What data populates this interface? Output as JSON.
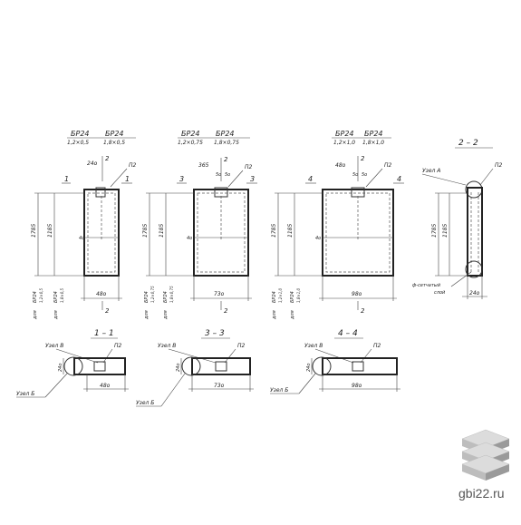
{
  "panels": [
    {
      "mark1": "БР24",
      "mark2": "БР24",
      "size1": "1,2×0,5",
      "size2": "1,8×0,5",
      "top_dim": "24о",
      "section_left": "1",
      "section_right": "1",
      "bottom_dim": "48о",
      "section2": "2",
      "side_label1": "БР24",
      "side_sub1": "1,2×0,5",
      "side_label2": "БР24",
      "side_sub2": "1,8×0,5"
    },
    {
      "mark1": "БР24",
      "mark2": "БР24",
      "size1": "1,2×0,75",
      "size2": "1,8×0,75",
      "top_dim": "365",
      "section_left": "3",
      "section_right": "3",
      "bottom_dim": "73о",
      "section2": "2",
      "side_label1": "БР24",
      "side_sub1": "1,2×0,75",
      "side_label2": "БР24",
      "side_sub2": "1,8×0,75"
    },
    {
      "mark1": "БР24",
      "mark2": "БР24",
      "size1": "1,2×1,0",
      "size2": "1,8×1,0",
      "top_dim": "48о",
      "section_left": "4",
      "section_right": "4",
      "bottom_dim": "98о",
      "section2": "2",
      "side_label1": "БР24",
      "side_sub1": "1,2×1,0",
      "side_label2": "БР24",
      "side_sub2": "1,8×1,0"
    }
  ],
  "common": {
    "height_outer": "1785",
    "height_inner": "1185",
    "mid_dim": "4о",
    "pt_label": "П2",
    "dim_50": "5о",
    "section_mark": "2",
    "for_label": "для"
  },
  "side_view": {
    "title": "2 – 2",
    "node_label": "Узел А",
    "pt_label": "П2",
    "height": "1785",
    "inner": "1185",
    "bottom_dim": "24о",
    "note1": "ф-сетчатый",
    "note2": "слой"
  },
  "sections": [
    {
      "title": "1 – 1",
      "node_v": "Узел В",
      "node_b": "Узел Б",
      "pt": "П2",
      "height": "24о",
      "width": "48о"
    },
    {
      "title": "3 – 3",
      "node_v": "Узел В",
      "node_b": "Узел Б",
      "pt": "П2",
      "height": "24о",
      "width": "73о"
    },
    {
      "title": "4 – 4",
      "node_v": "Узел В",
      "node_b": "Узел Б",
      "pt": "П2",
      "height": "24о",
      "width": "98о"
    }
  ],
  "watermark": "gbi22.ru",
  "colors": {
    "ink": "#222222",
    "logo_light": "#dcdcdc",
    "logo_mid": "#bdbdbd",
    "logo_dark": "#9a9a9a"
  }
}
